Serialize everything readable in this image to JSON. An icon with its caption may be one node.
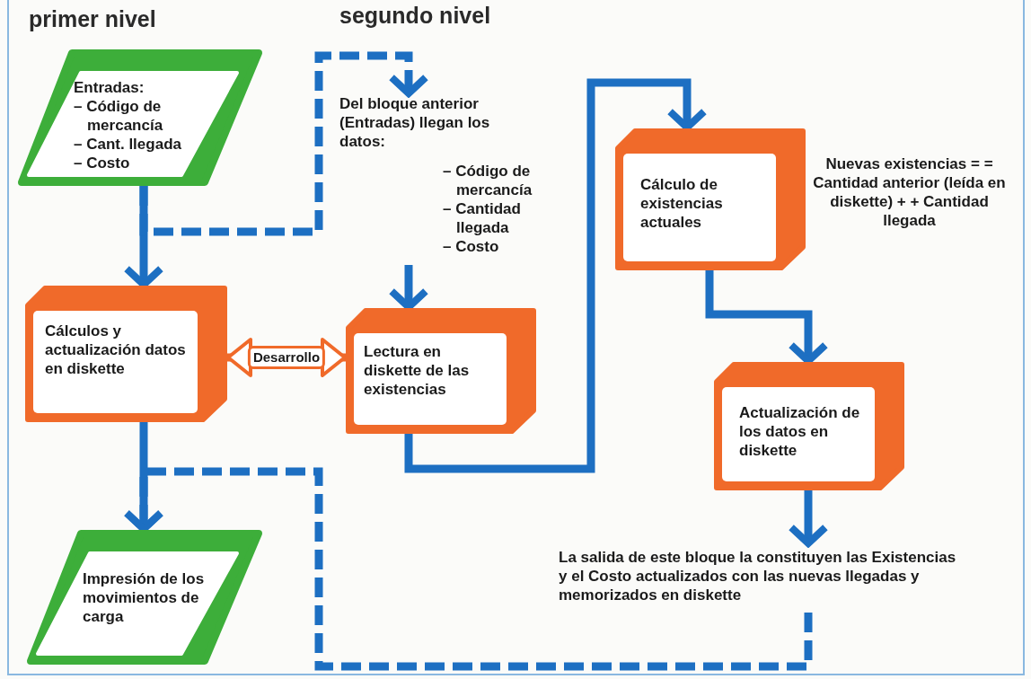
{
  "diagram": {
    "nodes": [
      {
        "text": [
          "Entradas:",
          "– Código de mercancía",
          "– Cant. llegada",
          "– Costo"
        ]
      },
      {
        "text": [
          "Cálculos y actualización datos en diskette"
        ]
      },
      {
        "text": [
          "Impresión de los movimientos de carga"
        ]
      },
      {
        "text": [
          "Del bloque anterior (Entradas) llegan los datos:",
          "– Código de mercancía",
          "– Cantidad llegada",
          "– Costo"
        ]
      },
      {
        "text": [
          "Lectura en diskette de las existencias"
        ]
      },
      {
        "text": [
          "Cálculo de existencias actuales"
        ],
        "beside": [
          "Nuevas existencias = = Cantidad anterior (leída en diskette) + + Cantidad llegada"
        ]
      },
      {
        "text": [
          "Actualización de los datos en diskette"
        ]
      },
      {
        "text": [
          "La salida de este bloque la constituyen las Existencias y el Costo actualizados con las nuevas llegadas y memorizados en diskette"
        ]
      }
    ],
    "edges": [
      {
        "from": 0,
        "to": 1,
        "arrow": "to"
      },
      {
        "from": 0,
        "to": 3,
        "arrow": "to",
        "style": "dashed"
      },
      {
        "from": 3,
        "to": 4,
        "arrow": "to"
      },
      {
        "from": 1,
        "to": 4,
        "arrow": "both",
        "label": "Desarrollo",
        "color": "#f06a2a"
      },
      {
        "from": 4,
        "to": 5,
        "arrow": "to"
      },
      {
        "from": 5,
        "to": 6,
        "arrow": "to"
      },
      {
        "from": 6,
        "to": 7,
        "arrow": "to"
      },
      {
        "from": 1,
        "to": 2,
        "arrow": "to"
      },
      {
        "from": 7,
        "to": 2,
        "arrow": "to",
        "style": "dashed"
      }
    ],
    "labels": [
      "primer nivel",
      "segundo nivel"
    ]
  }
}
